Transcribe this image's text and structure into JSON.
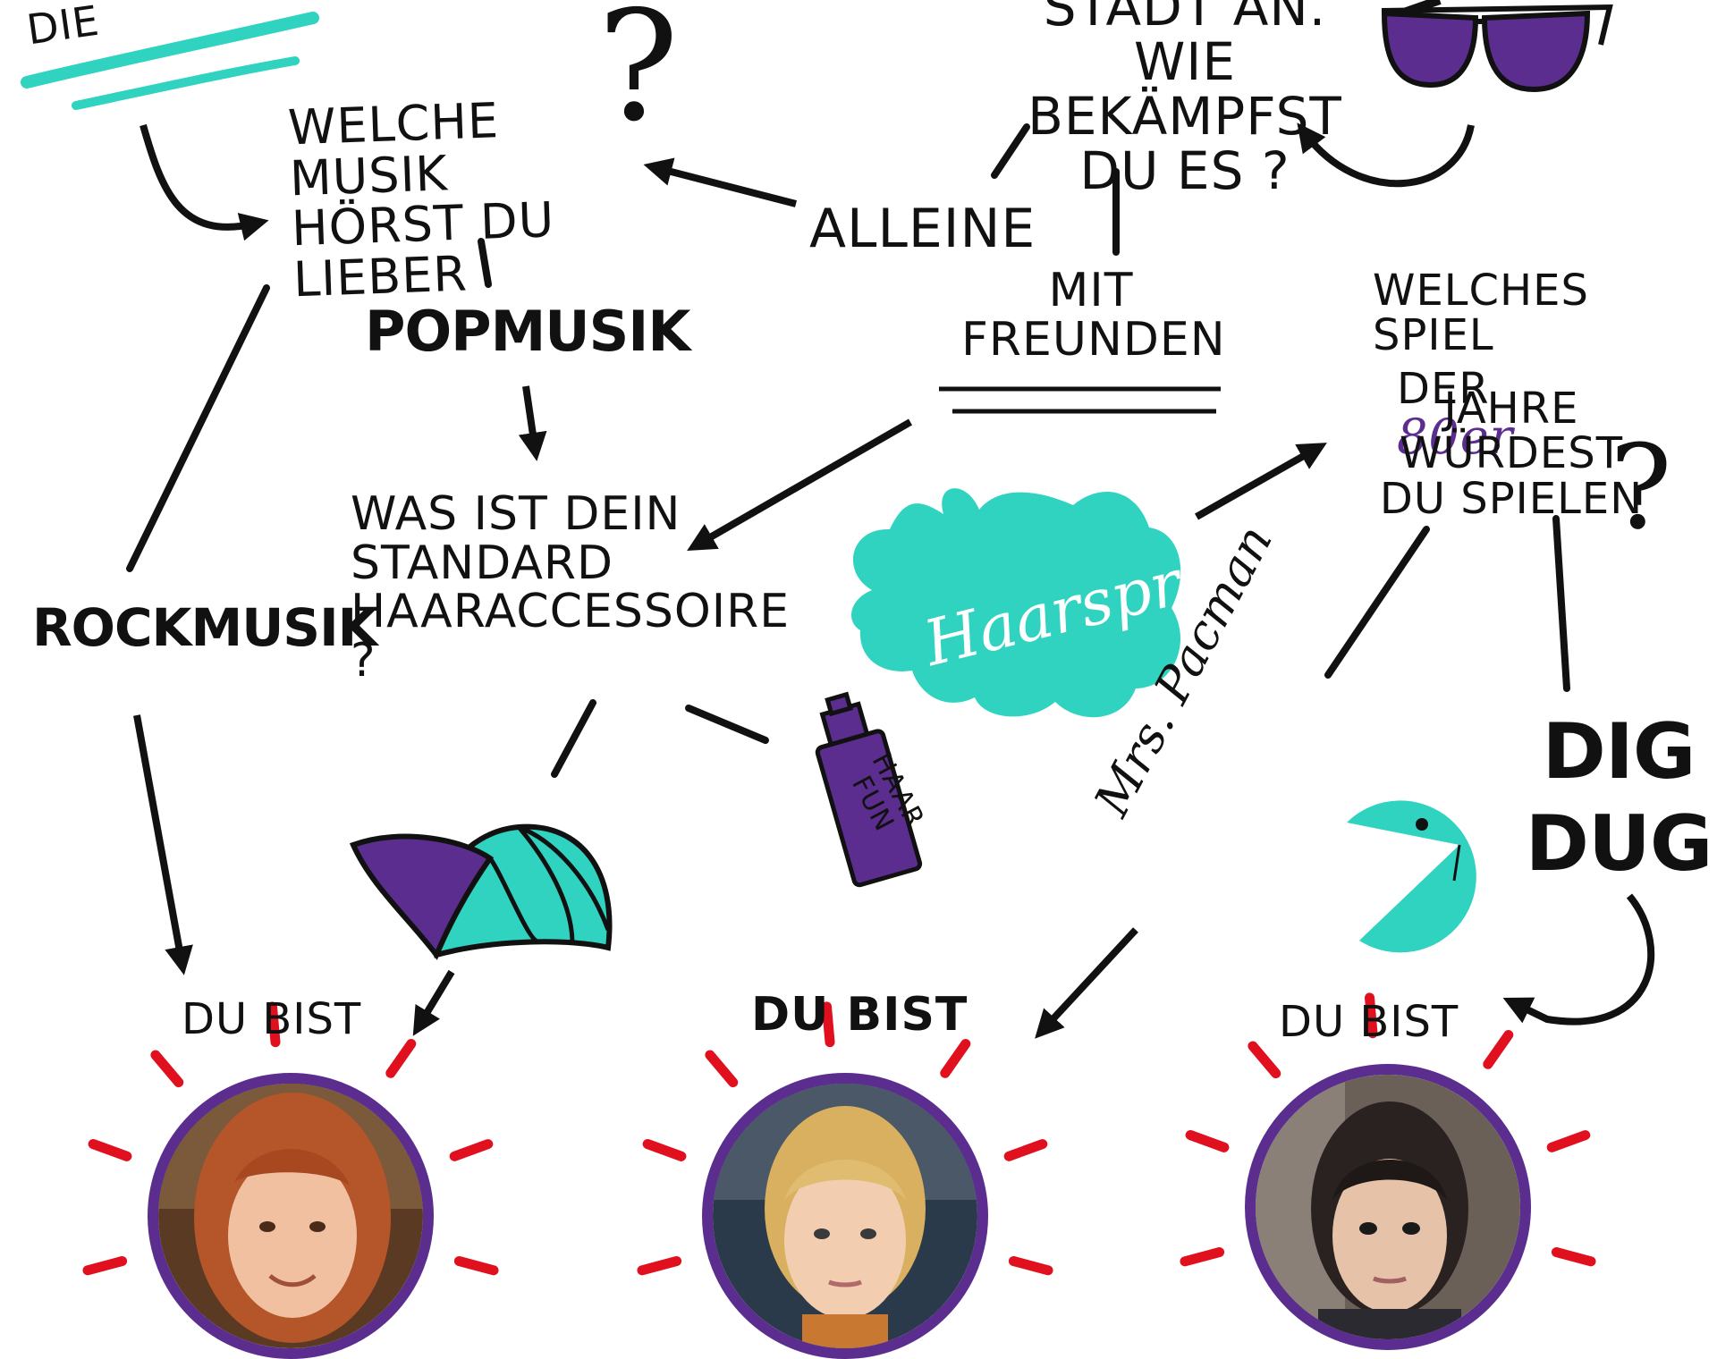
{
  "colors": {
    "ink": "#111111",
    "teal": "#2fd3c0",
    "purple": "#5b2d8e",
    "red": "#e0101e"
  },
  "texts": {
    "title_partial": "DIE",
    "question_threat": "STADT AN.\nWIE BEKÄMPFST\nDU ES ?",
    "question_music": "WELCHE MUSIK\nHÖRST DU LIEBER",
    "answer_alone": "ALLEINE",
    "answer_friends": "MIT\nFREUNDEN",
    "answer_pop": "POPMUSIK",
    "answer_rock": "ROCKMUSIK",
    "question_hair": "WAS IST DEIN\nSTANDARD\nHAARACCESSOIRE ?",
    "question_game_1": "WELCHES SPIEL",
    "question_game_2a": "DER",
    "question_game_2b": "80er",
    "question_game_3": "JAHRE WÜRDEST\nDU SPIELEN",
    "answer_hairspray": "Haarspray",
    "spray_can_label": "HAAR\nFUN",
    "answer_mspacman": "Mrs. Pacman",
    "answer_digdug": "DIG\nDUG",
    "result_1": "DU BIST",
    "result_2": "DU BIST",
    "result_3": "DU BIST"
  },
  "icons": [
    "sunglasses-icon",
    "cap-icon",
    "hairspray-cloud-icon",
    "spray-can-icon",
    "pacman-icon",
    "question-mark-icon"
  ]
}
